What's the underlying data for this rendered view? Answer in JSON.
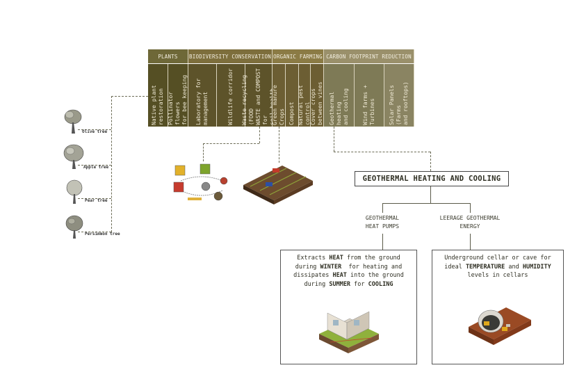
{
  "categories": [
    {
      "label": "PLANTS",
      "color": "#6e6838"
    },
    {
      "label": "BIODIVERSITY CONSERVATION",
      "color": "#7d6e3c"
    },
    {
      "label": "ORGANIC FARMING",
      "color": "#8b7b45"
    },
    {
      "label": "CARBON FOOTPRINT REDUCTION",
      "color": "#9a906b"
    }
  ],
  "columns": [
    {
      "text": "Native plant\nrestoration",
      "color": "#554f24"
    },
    {
      "text": "Pollinator flowers\nfor bee keeping",
      "color": "#554f24"
    },
    {
      "text": "Laboratory for\nmanagement",
      "color": "#5d532a"
    },
    {
      "text": "Wildlife corridor",
      "color": "#5d532a"
    },
    {
      "text": "Waste recycling (FOOD\nWASTE and COMPOST for\nsoil health",
      "color": "#5d532a"
    },
    {
      "text": "Green manure Crops",
      "color": "#6c5e33"
    },
    {
      "text": "Compost",
      "color": "#6c5e33"
    },
    {
      "text": "Natural pest control",
      "color": "#6c5e33"
    },
    {
      "text": "Cover crops\nbetween vines",
      "color": "#6c5e33"
    },
    {
      "text": "Geothermal heating\nand cooling",
      "color": "#7e7a56"
    },
    {
      "text": "Wind farms +\nTurbines",
      "color": "#7e7a56"
    },
    {
      "text": "Solar Panels (Farms\nand rooftops)",
      "color": "#8a8462"
    }
  ],
  "trees": [
    {
      "label": "Olive tree"
    },
    {
      "label": "Apple tree"
    },
    {
      "label": "Pear tree"
    },
    {
      "label": "Persimmon tree"
    }
  ],
  "geothermal": {
    "title": "GEOTHERMAL HEATING AND COOLING",
    "left": {
      "title": "GEOTHERMAL\nHEAT PUMPS",
      "desc": [
        [
          {
            "t": "Extracts "
          },
          {
            "t": "HEAT",
            "b": true
          },
          {
            "t": " from the ground"
          }
        ],
        [
          {
            "t": "during "
          },
          {
            "t": "WINTER",
            "b": true
          },
          {
            "t": "  for heating and"
          }
        ],
        [
          {
            "t": "dissipates "
          },
          {
            "t": "HEAT",
            "b": true
          },
          {
            "t": " into the ground"
          }
        ],
        [
          {
            "t": "during "
          },
          {
            "t": "SUMMER",
            "b": true
          },
          {
            "t": " for "
          },
          {
            "t": "COOLING",
            "b": true
          }
        ]
      ]
    },
    "right": {
      "title": "LEERAGE GEOTHERMAL\nENERGY",
      "desc": [
        [
          {
            "t": "Underground cellar or cave for"
          }
        ],
        [
          {
            "t": "ideal "
          },
          {
            "t": "TEMPERATURE",
            "b": true
          },
          {
            "t": " and "
          },
          {
            "t": "HUMIDITY",
            "b": true
          }
        ],
        [
          {
            "t": "levels in cellars"
          }
        ]
      ]
    }
  }
}
